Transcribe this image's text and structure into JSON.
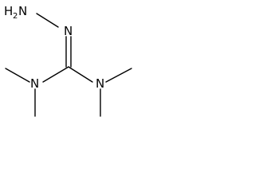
{
  "structure": {
    "atoms": {
      "amino_n": "N",
      "amino_h": "H",
      "amino_h_count": "2",
      "imine_n": "N",
      "left_n": "N",
      "right_n": "N"
    },
    "colors": {
      "bond": "#000000",
      "text": "#000000",
      "background": "#ffffff"
    }
  }
}
